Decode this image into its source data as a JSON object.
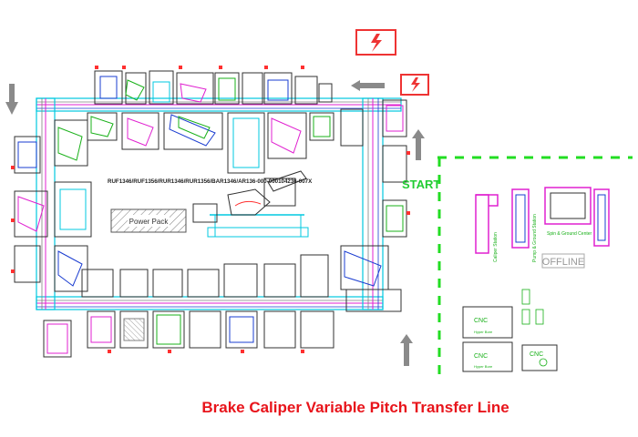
{
  "diagram": {
    "title": "Brake Caliper Variable Pitch Transfer Line",
    "model_codes": "RUF1346/RUF1356/RUR1346/RUR1356/BAR1346/AR136-000-000104236-007X",
    "power_pack_label": "Power Pack",
    "start_label": "START",
    "offline_label": "OFFLINE",
    "cnc_label": "CNC",
    "cnc_boxes": [
      {
        "title": "CNC",
        "sub": "Hyper Bore"
      },
      {
        "title": "CNC",
        "sub": "Hyper Bore"
      },
      {
        "title": "CNC",
        "sub": ""
      }
    ],
    "station_labels": [
      "Caliper Station",
      "Pump & Ground Station",
      "Spin & Ground Center"
    ],
    "hazard_icon": "high-voltage-warning-icon",
    "colors": {
      "title": "#e8141b",
      "start": "#22cc33",
      "dashed_zone": "#22dd22",
      "hazard": "#ee2222",
      "offline": "#999999",
      "cyan_line": "#00c8e0",
      "magenta_line": "#e020d0",
      "grey_line": "#808080",
      "blue_line": "#1a3cd0",
      "green_line": "#18b018",
      "red_line": "#ff3030",
      "dark_line": "#303030"
    }
  }
}
